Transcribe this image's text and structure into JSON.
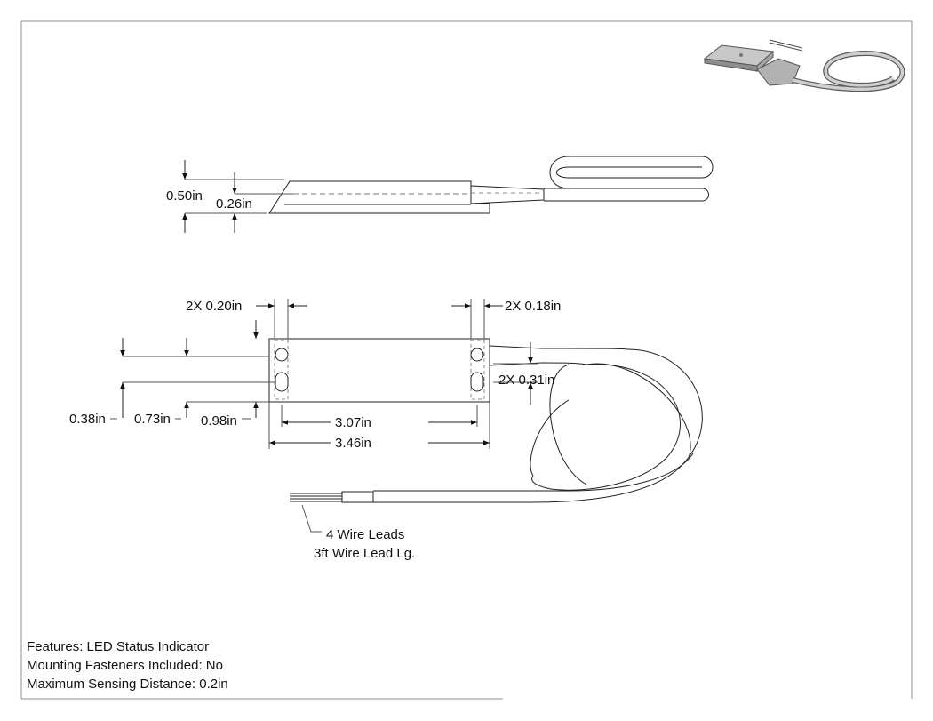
{
  "side_view": {
    "height_total": "0.50in",
    "height_body": "0.26in"
  },
  "top_view": {
    "slot_width_left": "2X 0.20in",
    "slot_width_right": "2X 0.18in",
    "slot_pitch": "2X 0.31in",
    "offset_a": "0.38in",
    "offset_b": "0.73in",
    "offset_c": "0.98in",
    "hole_spacing": "3.07in",
    "overall_length": "3.46in"
  },
  "leads": {
    "line1": "4 Wire Leads",
    "line2": "3ft Wire Lead Lg."
  },
  "features": {
    "led": "Features: LED Status Indicator",
    "fasteners": "Mounting Fasteners Included: No",
    "sensing": "Maximum Sensing Distance: 0.2in"
  }
}
